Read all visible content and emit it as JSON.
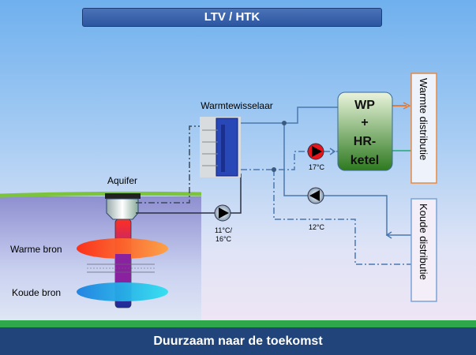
{
  "title": "LTV / HTK",
  "footer": "Duurzaam naar de toekomst",
  "labels": {
    "heat_exchanger": "Warmtewisselaar",
    "aquifer": "Aquifer",
    "warm_source": "Warme bron",
    "cold_source": "Koude bron",
    "wp_line1": "WP",
    "wp_line2": "+",
    "wp_line3": "HR-",
    "wp_line4": "ketel",
    "heat_distribution": "Warmte distributie",
    "cold_distribution": "Koude distributie",
    "temp_pump_main_1": "11°C/",
    "temp_pump_main_2": "16°C",
    "temp_17": "17°C",
    "temp_12": "12°C"
  },
  "colors": {
    "accent": "#2c56a0",
    "warm": "#e07b39",
    "cold": "#7aa4d8",
    "pump_red": "#e8141b"
  }
}
